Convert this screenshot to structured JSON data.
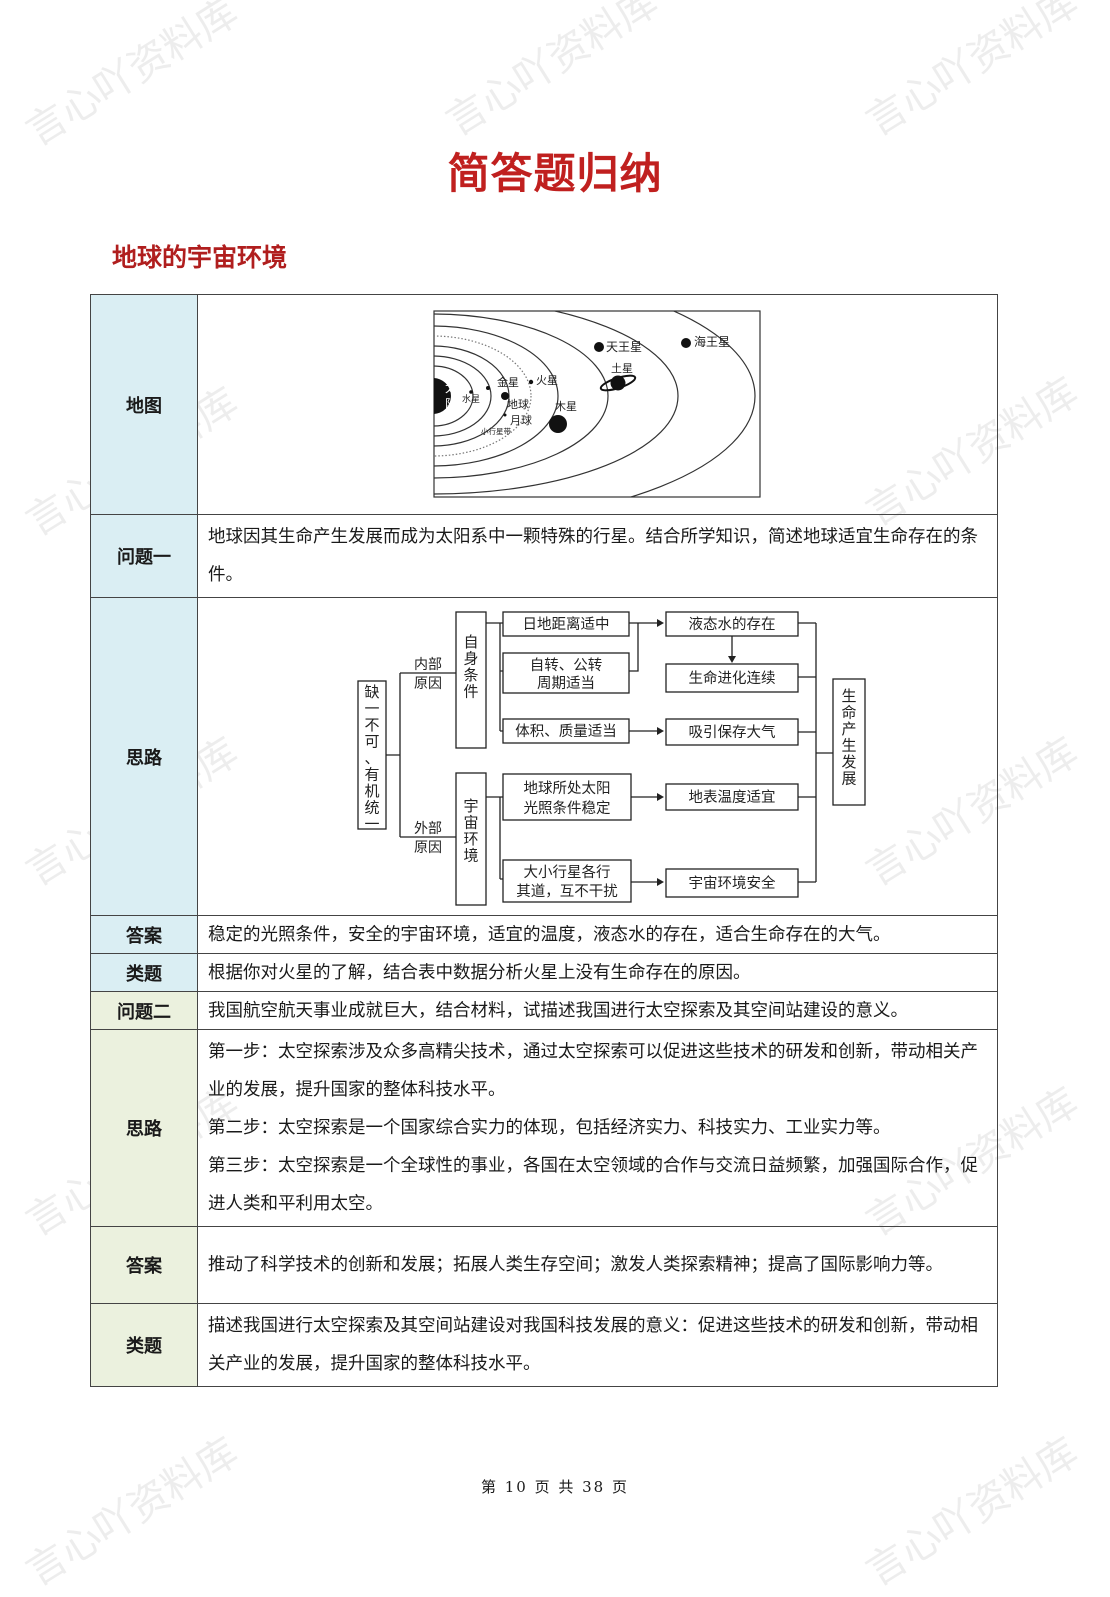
{
  "watermark": "言心吖资料库",
  "title": "简答题归纳",
  "section": "地球的宇宙环境",
  "rows": {
    "map": {
      "label": "地图"
    },
    "q1": {
      "label": "问题一",
      "text": "地球因其生命产生发展而成为太阳系中一颗特殊的行星。结合所学知识，简述地球适宜生命存在的条件。"
    },
    "thinking1": {
      "label": "思路"
    },
    "answer1": {
      "label": "答案",
      "text": "稳定的光照条件，安全的宇宙环境，适宜的温度，液态水的存在，适合生命存在的大气。"
    },
    "similar1": {
      "label": "类题",
      "text": "根据你对火星的了解，结合表中数据分析火星上没有生命存在的原因。"
    },
    "q2": {
      "label": "问题二",
      "text": "我国航空航天事业成就巨大，结合材料，试描述我国进行太空探索及其空间站建设的意义。"
    },
    "thinking2": {
      "label": "思路",
      "steps": [
        "第一步：太空探索涉及众多高精尖技术，通过太空探索可以促进这些技术的研发和创新，带动相关产业的发展，提升国家的整体科技水平。",
        "第二步：太空探索是一个国家综合实力的体现，包括经济实力、科技实力、工业实力等。",
        "第三步：太空探索是一个全球性的事业，各国在太空领域的合作与交流日益频繁，加强国际合作，促进人类和平利用太空。"
      ]
    },
    "answer2": {
      "label": "答案",
      "text": "推动了科学技术的创新和发展；拓展人类生存空间；激发人类探索精神；提高了国际影响力等。"
    },
    "similar2": {
      "label": "类题",
      "text": "描述我国进行太空探索及其空间站建设对我国科技发展的意义：促进这些技术的研发和创新，带动相关产业的发展，提升国家的整体科技水平。"
    }
  },
  "solar": {
    "sun": [
      "太",
      "阳"
    ],
    "mercury": "水星",
    "venus": "金星",
    "earth": "地球",
    "moon": "月球",
    "mars": "火星",
    "belt": "小行星带",
    "jupiter": "木星",
    "saturn": "土星",
    "uranus": "天王星",
    "neptune": "海王星"
  },
  "flow": {
    "left": "缺一不可、有机统一",
    "internal": [
      "内部",
      "原因"
    ],
    "external": [
      "外部",
      "原因"
    ],
    "self": "自身条件",
    "cosmos": "宇宙环境",
    "c1": "日地距离适中",
    "c2": [
      "自转、公转",
      "周期适当"
    ],
    "c3": "体积、质量适当",
    "c4": [
      "地球所处太阳",
      "光照条件稳定"
    ],
    "c5": [
      "大小行星各行",
      "其道，互不干扰"
    ],
    "r1": "液态水的存在",
    "r2": "生命进化连续",
    "r3": "吸引保存大气",
    "r4": "地表温度适宜",
    "r5": "宇宙环境安全",
    "final": "生命产生发展"
  },
  "footer": "第 10 页 共 38 页"
}
